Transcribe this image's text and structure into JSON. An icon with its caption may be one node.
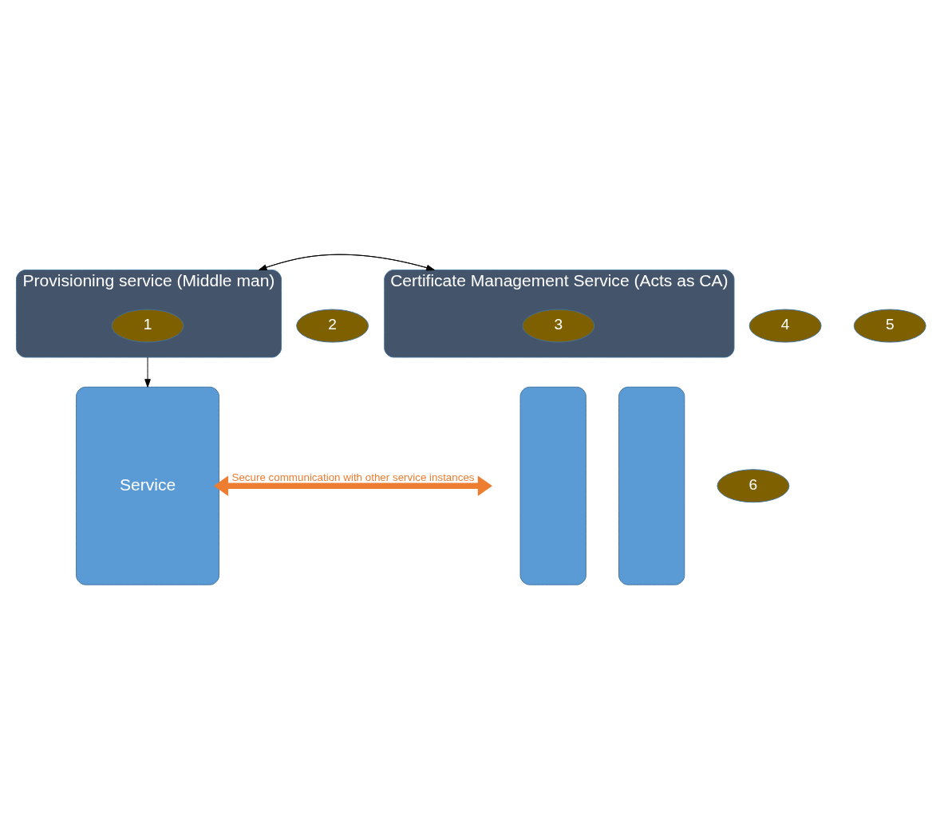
{
  "diagram": {
    "nodes": [
      {
        "text": [
          "Provisioning service (Middle man)"
        ]
      },
      {
        "text": [
          "1"
        ],
        "in": 0
      },
      {
        "text": [
          "2"
        ]
      },
      {
        "text": [
          "Certificate Management Service (Acts as CA)"
        ]
      },
      {
        "text": [
          "3"
        ],
        "in": 3
      },
      {
        "text": [
          "4"
        ]
      },
      {
        "text": [
          "5"
        ]
      },
      {
        "text": [],
        "shape": "box"
      },
      {
        "text": [],
        "shape": "box"
      },
      {
        "text": [
          "Service"
        ]
      },
      {
        "text": [
          "6"
        ]
      }
    ],
    "edges": [
      {
        "from": 0,
        "to": 3,
        "arrow": "to"
      },
      {
        "from": 3,
        "to": 0,
        "arrow": "to"
      },
      {
        "from": 0,
        "to": 9,
        "arrow": "to"
      },
      {
        "from": 9,
        "to": null,
        "arrow": "both",
        "label": "Secure communication with other service instances",
        "style": "thick",
        "color": "#ed7d31"
      }
    ]
  }
}
